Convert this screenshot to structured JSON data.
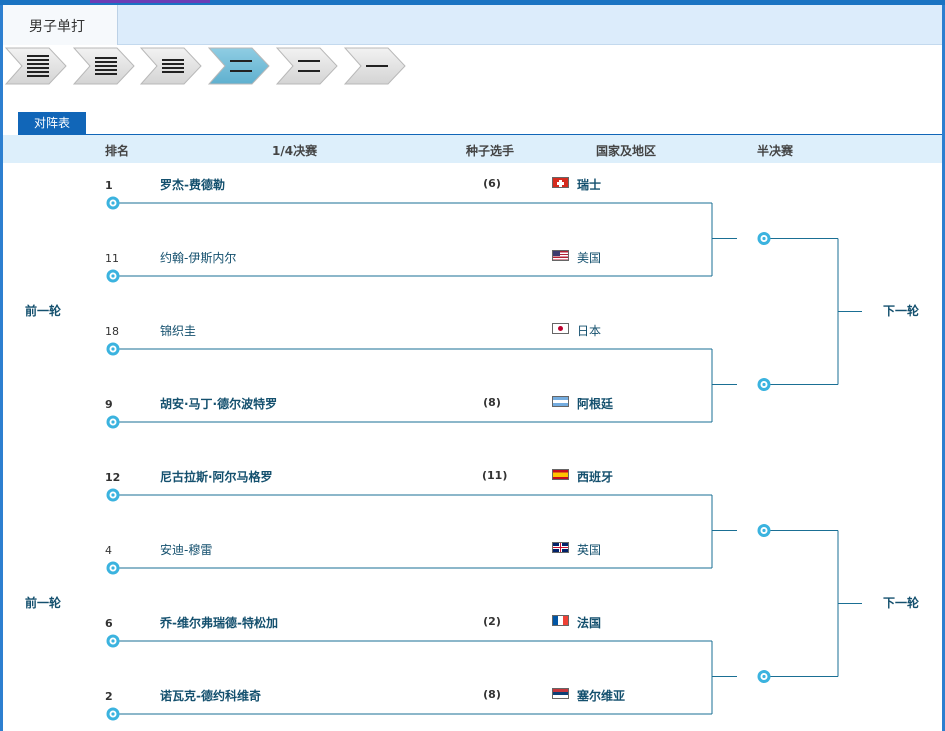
{
  "tab": {
    "label": "男子单打"
  },
  "steps": [
    {
      "icon": "draw-128-icon",
      "lines": 6
    },
    {
      "icon": "draw-64-icon",
      "lines": 5
    },
    {
      "icon": "draw-32-icon",
      "lines": 4
    },
    {
      "icon": "draw-quarter-icon",
      "lines": 2
    },
    {
      "icon": "draw-semi-icon",
      "lines": 2
    },
    {
      "icon": "draw-final-icon",
      "lines": 1
    }
  ],
  "active_step": 3,
  "bracket_button": "对阵表",
  "headers": {
    "rank": "排名",
    "round": "1/4决赛",
    "seed": "种子选手",
    "country": "国家及地区",
    "semi": "半决赛"
  },
  "side": {
    "prev": "前一轮",
    "next": "下一轮"
  },
  "players": [
    {
      "rank": "1",
      "name": "罗杰-费德勒",
      "seed": "(6)",
      "country": "瑞士",
      "flag": "ch",
      "bold": true
    },
    {
      "rank": "11",
      "name": "约翰-伊斯内尔",
      "seed": "",
      "country": "美国",
      "flag": "us",
      "bold": false
    },
    {
      "rank": "18",
      "name": "锦织圭",
      "seed": "",
      "country": "日本",
      "flag": "jp",
      "bold": false
    },
    {
      "rank": "9",
      "name": "胡安·马丁·德尔波特罗",
      "seed": "(8)",
      "country": "阿根廷",
      "flag": "ar",
      "bold": true
    },
    {
      "rank": "12",
      "name": "尼古拉斯·阿尔马格罗",
      "seed": "(11)",
      "country": "西班牙",
      "flag": "es",
      "bold": true
    },
    {
      "rank": "4",
      "name": "安迪-穆雷",
      "seed": "",
      "country": "英国",
      "flag": "gb",
      "bold": false
    },
    {
      "rank": "6",
      "name": "乔-维尔弗瑞德-特松加",
      "seed": "(2)",
      "country": "法国",
      "flag": "fr",
      "bold": true
    },
    {
      "rank": "2",
      "name": "诺瓦克-德约科维奇",
      "seed": "(8)",
      "country": "塞尔维亚",
      "flag": "rs",
      "bold": true
    }
  ],
  "colors": {
    "line": "#1a6f94",
    "accent": "#1166b8",
    "header_bg": "#ddeffb",
    "node": "#3bb3df"
  }
}
